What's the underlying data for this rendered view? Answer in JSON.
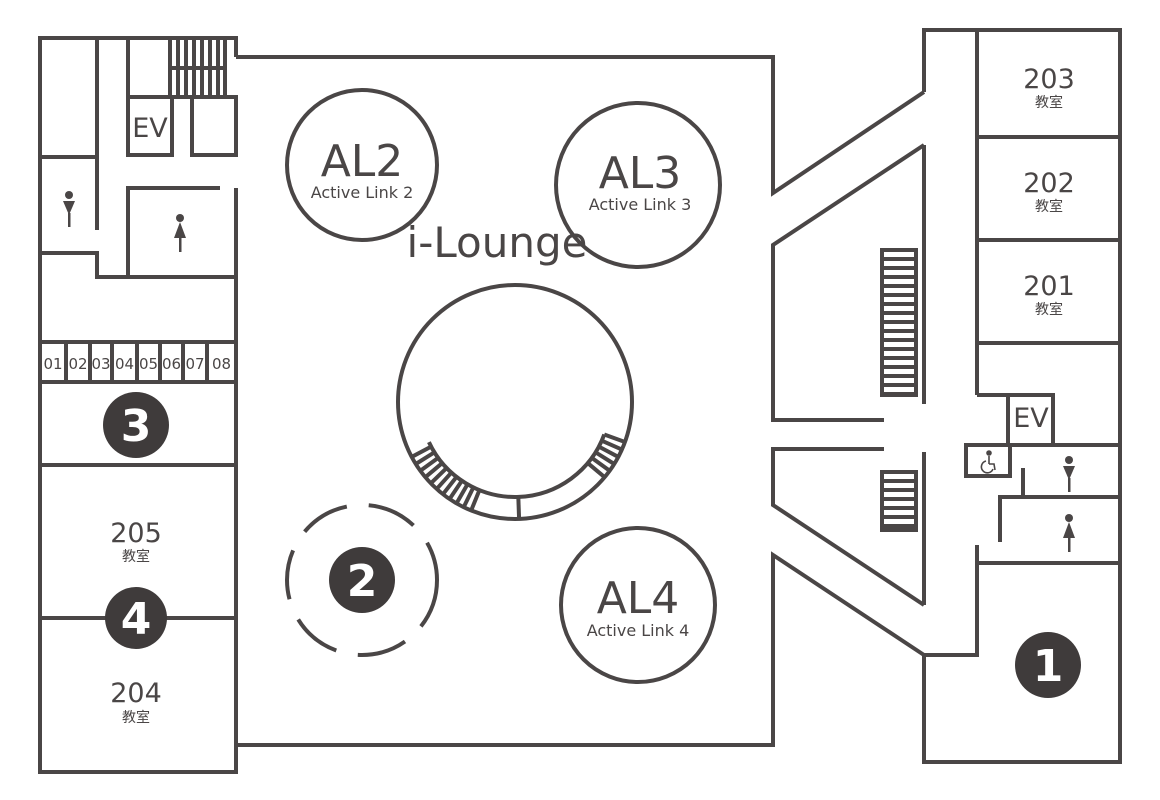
{
  "map": {
    "lounge_label": "i-Lounge",
    "active_links": [
      {
        "code": "AL2",
        "name": "Active Link 2"
      },
      {
        "code": "AL3",
        "name": "Active Link 3"
      },
      {
        "code": "AL4",
        "name": "Active Link 4"
      }
    ],
    "markers": [
      "1",
      "2",
      "3",
      "4"
    ],
    "elevator_label": "EV",
    "lockers": [
      "01",
      "02",
      "03",
      "04",
      "05",
      "06",
      "07",
      "08"
    ],
    "classrooms": [
      {
        "number": "203",
        "type": "教室"
      },
      {
        "number": "202",
        "type": "教室"
      },
      {
        "number": "201",
        "type": "教室"
      },
      {
        "number": "205",
        "type": "教室"
      },
      {
        "number": "204",
        "type": "教室"
      }
    ],
    "colors": {
      "line": "#4a4646",
      "marker": "#3f3b3b"
    }
  }
}
